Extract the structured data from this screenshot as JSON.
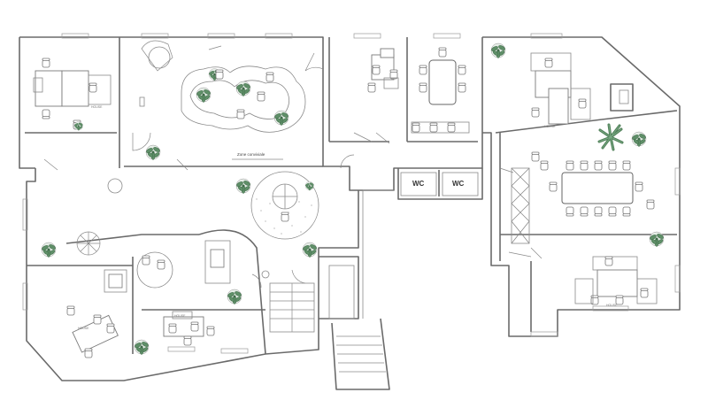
{
  "plan": {
    "rooms": {
      "wc_left_label": "WC",
      "wc_right_label": "WC"
    },
    "annotation": "Zone conviviale",
    "desk_tags": [
      "HOUSE",
      "HOUSE",
      "HOUSE",
      "HOUSE",
      "HOUSE",
      "HOUSE",
      "HOUSE",
      "HOUSE"
    ],
    "colors": {
      "walls": "#6a6a6a",
      "plants": "#5f8f68",
      "plants_dark": "#3f6b49",
      "background": "#ffffff"
    },
    "icons": [
      "plant-icon",
      "chair-icon",
      "door-icon",
      "stair-icon",
      "desk-icon",
      "table-icon"
    ]
  }
}
